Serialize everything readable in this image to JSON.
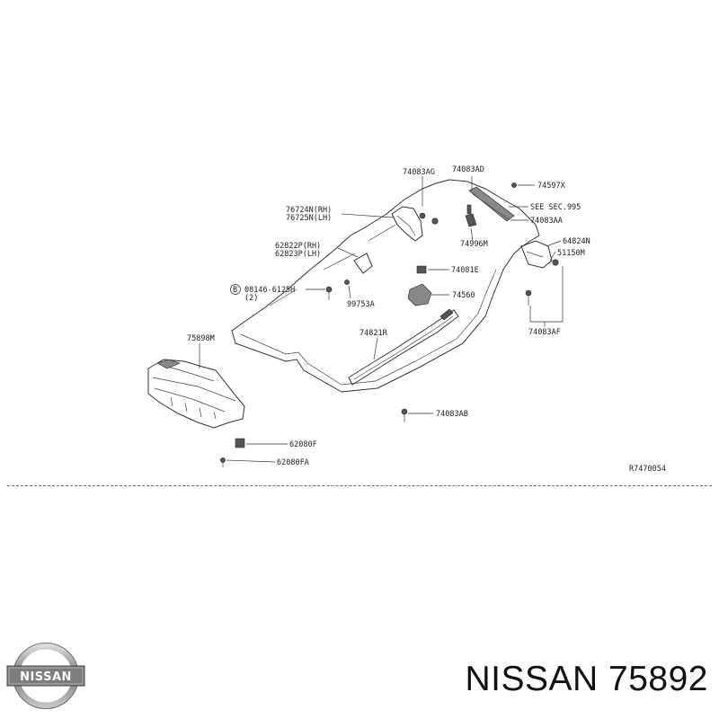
{
  "diagram": {
    "callouts": {
      "p74083AG": "74083AG",
      "p74083AD": "74083AD",
      "p74597X": "74597X",
      "see_sec": "SEE SEC.995",
      "p74083AA": "74083AA",
      "p76724N": "76724N(RH)",
      "p76725N": "76725N(LH)",
      "p74996M": "74996M",
      "p64824N": "64824N",
      "p51150M": "51150M",
      "p62822P": "62822P(RH)",
      "p62823P": "62823P(LH)",
      "p74081E": "74081E",
      "p08146": "08146-6125H",
      "qty2": "(2)",
      "b_marker": "B",
      "p74560": "74560",
      "p99753A": "99753A",
      "p74083AF": "74083AF",
      "p75898M": "75898M",
      "p74821R": "74821R",
      "p74083AB": "74083AB",
      "p62080F": "62080F",
      "p62080FA": "62080FA",
      "ref": "R7470054"
    }
  },
  "brand": {
    "logo_text": "NISSAN",
    "title": "NISSAN 75892"
  }
}
